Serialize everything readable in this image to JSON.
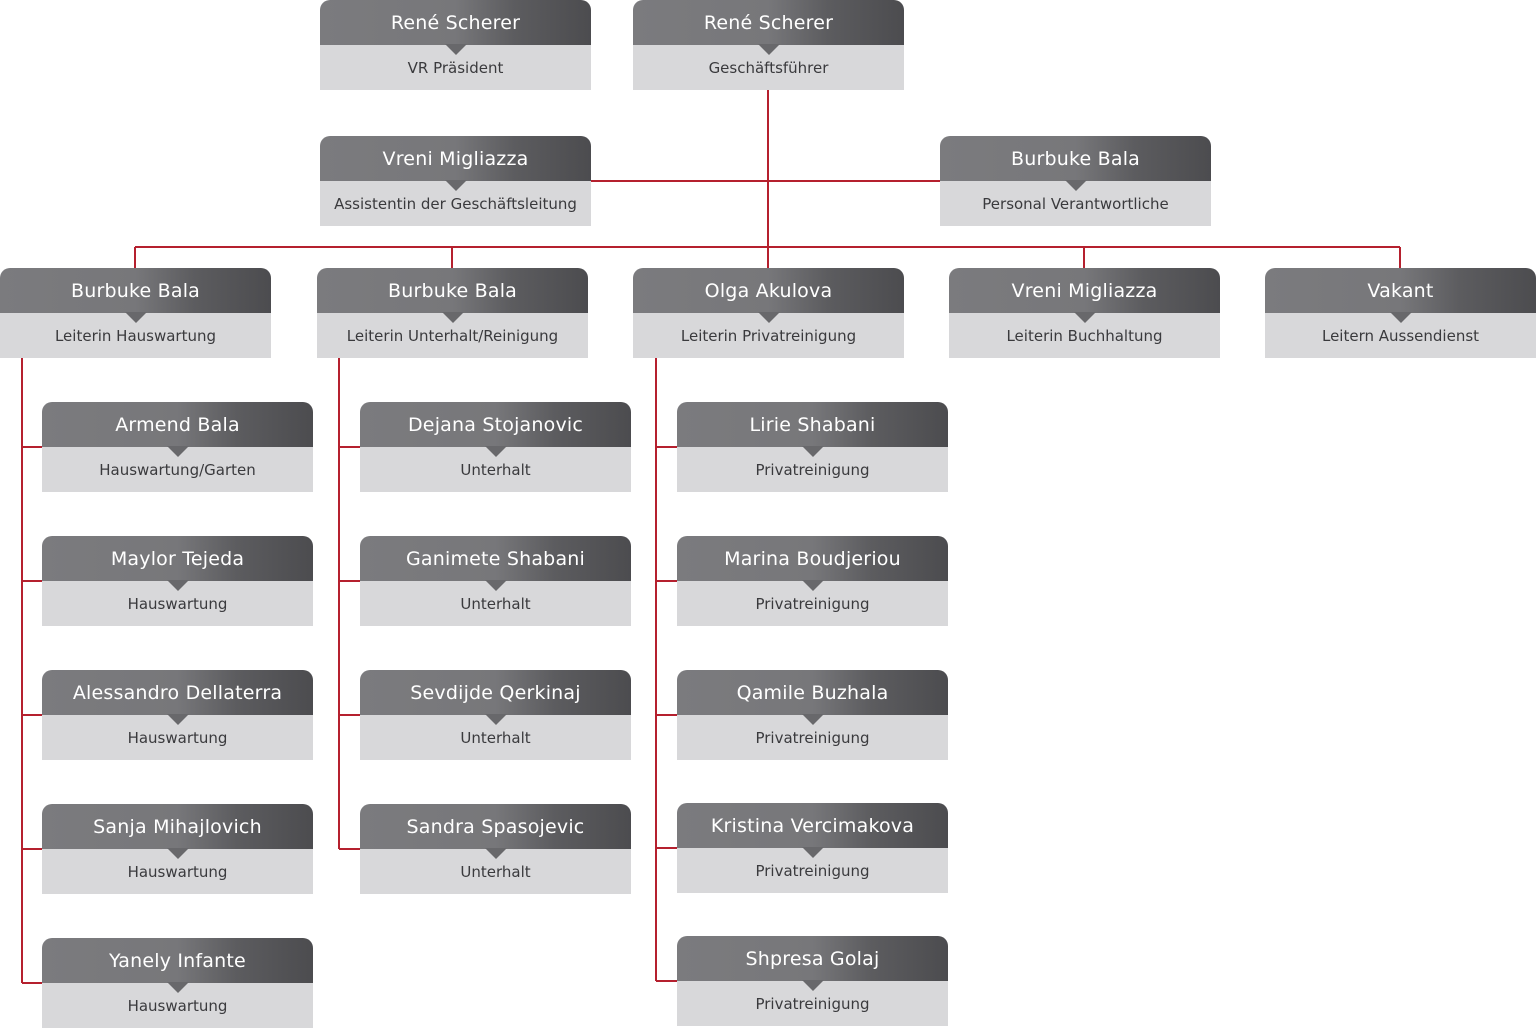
{
  "org_chart": {
    "line_color": "#b5202e",
    "header_color": "#6b6b6e",
    "subtitle_bg": "#d8d8da",
    "nodes": [
      {
        "id": "president",
        "name": "René Scherer",
        "role": "VR Präsident"
      },
      {
        "id": "ceo",
        "name": "René Scherer",
        "role": "Geschäftsführer"
      },
      {
        "id": "assistant",
        "name": "Vreni Migliazza",
        "role": "Assistentin der Geschäftsleitung"
      },
      {
        "id": "hr",
        "name": "Burbuke Bala",
        "role": "Personal Verantwortliche"
      },
      {
        "id": "lead-hauswartung",
        "name": "Burbuke Bala",
        "role": "Leiterin Hauswartung"
      },
      {
        "id": "lead-unterhalt",
        "name": "Burbuke Bala",
        "role": "Leiterin Unterhalt/Reinigung"
      },
      {
        "id": "lead-privat",
        "name": "Olga Akulova",
        "role": "Leiterin Privatreinigung"
      },
      {
        "id": "lead-buchhaltung",
        "name": "Vreni Migliazza",
        "role": "Leiterin Buchhaltung"
      },
      {
        "id": "lead-aussendienst",
        "name": "Vakant",
        "role": "Leitern Aussendienst"
      },
      {
        "id": "h1",
        "name": "Armend Bala",
        "role": "Hauswartung/Garten"
      },
      {
        "id": "h2",
        "name": "Maylor Tejeda",
        "role": "Hauswartung"
      },
      {
        "id": "h3",
        "name": "Alessandro Dellaterra",
        "role": "Hauswartung"
      },
      {
        "id": "h4",
        "name": "Sanja Mihajlovich",
        "role": "Hauswartung"
      },
      {
        "id": "h5",
        "name": "Yanely Infante",
        "role": "Hauswartung"
      },
      {
        "id": "u1",
        "name": "Dejana Stojanovic",
        "role": "Unterhalt"
      },
      {
        "id": "u2",
        "name": "Ganimete Shabani",
        "role": "Unterhalt"
      },
      {
        "id": "u3",
        "name": "Sevdijde Qerkinaj",
        "role": "Unterhalt"
      },
      {
        "id": "u4",
        "name": "Sandra Spasojevic",
        "role": "Unterhalt"
      },
      {
        "id": "p1",
        "name": "Lirie Shabani",
        "role": "Privatreinigung"
      },
      {
        "id": "p2",
        "name": "Marina Boudjeriou",
        "role": "Privatreinigung"
      },
      {
        "id": "p3",
        "name": "Qamile Buzhala",
        "role": "Privatreinigung"
      },
      {
        "id": "p4",
        "name": "Kristina Vercimakova",
        "role": "Privatreinigung"
      },
      {
        "id": "p5",
        "name": "Shpresa Golaj",
        "role": "Privatreinigung"
      }
    ]
  }
}
